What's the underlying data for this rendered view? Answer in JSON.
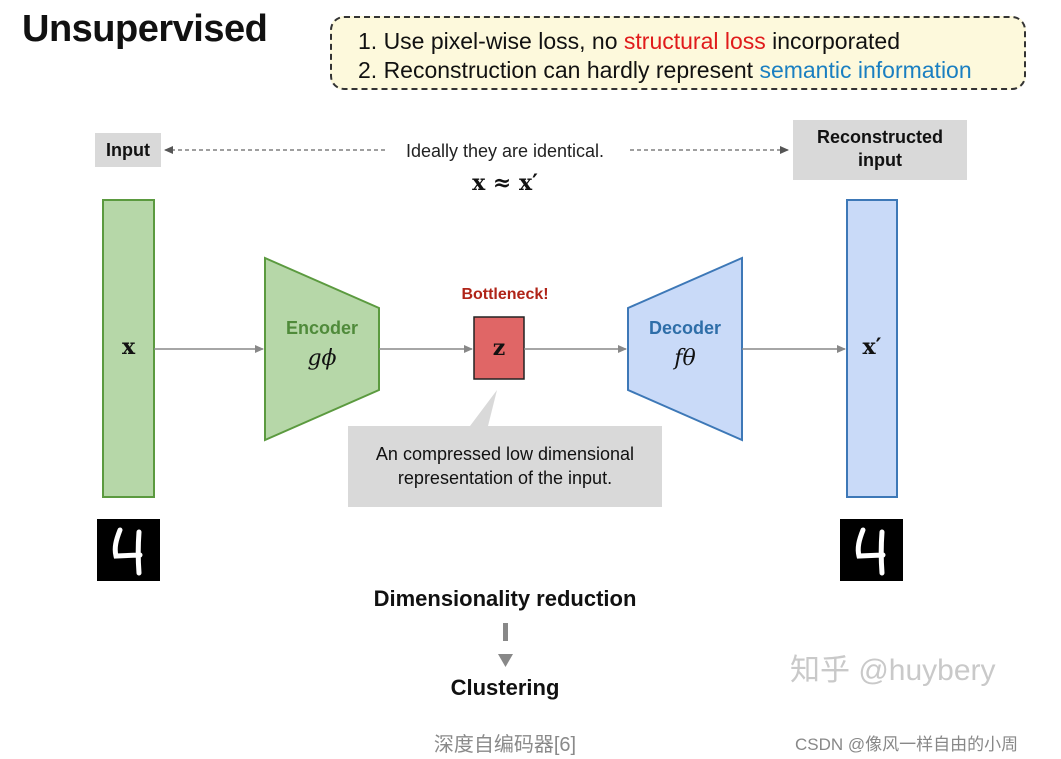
{
  "title": "Unsupervised",
  "notes": {
    "line1": {
      "prefix": "1. Use pixel-wise loss, no ",
      "highlight": "structural loss",
      "suffix": " incorporated",
      "highlight_color": "#e01b1b"
    },
    "line2": {
      "prefix": "2. Reconstruction can hardly represent ",
      "highlight": "semantic information",
      "suffix": "",
      "highlight_color": "#1a7fc1"
    }
  },
  "diagram": {
    "input_label": "Input",
    "output_label_line1": "Reconstructed",
    "output_label_line2": "input",
    "ideal_text": "Ideally they are identical.",
    "approx_formula": "x ≈ x′",
    "input_symbol": "x",
    "encoder": {
      "label": "Encoder",
      "symbol": "gϕ",
      "fill": "#b6d7a8",
      "stroke": "#5b9a3f"
    },
    "bottleneck": {
      "label": "Bottleneck!",
      "symbol": "z",
      "fill": "#e06666"
    },
    "decoder": {
      "label": "Decoder",
      "symbol": "fθ",
      "fill": "#c9daf8",
      "stroke": "#3d78b7"
    },
    "output_symbol": "x′",
    "callout_line1": "An compressed low dimensional",
    "callout_line2": "representation of the input.",
    "input_digit": "4",
    "output_digit": "4"
  },
  "flow": {
    "step1": "Dimensionality reduction",
    "step2": "Clustering"
  },
  "caption": "深度自编码器[6]",
  "watermarks": {
    "zhihu": "知乎 @huybery",
    "csdn": "CSDN @像风一样自由的小周"
  }
}
